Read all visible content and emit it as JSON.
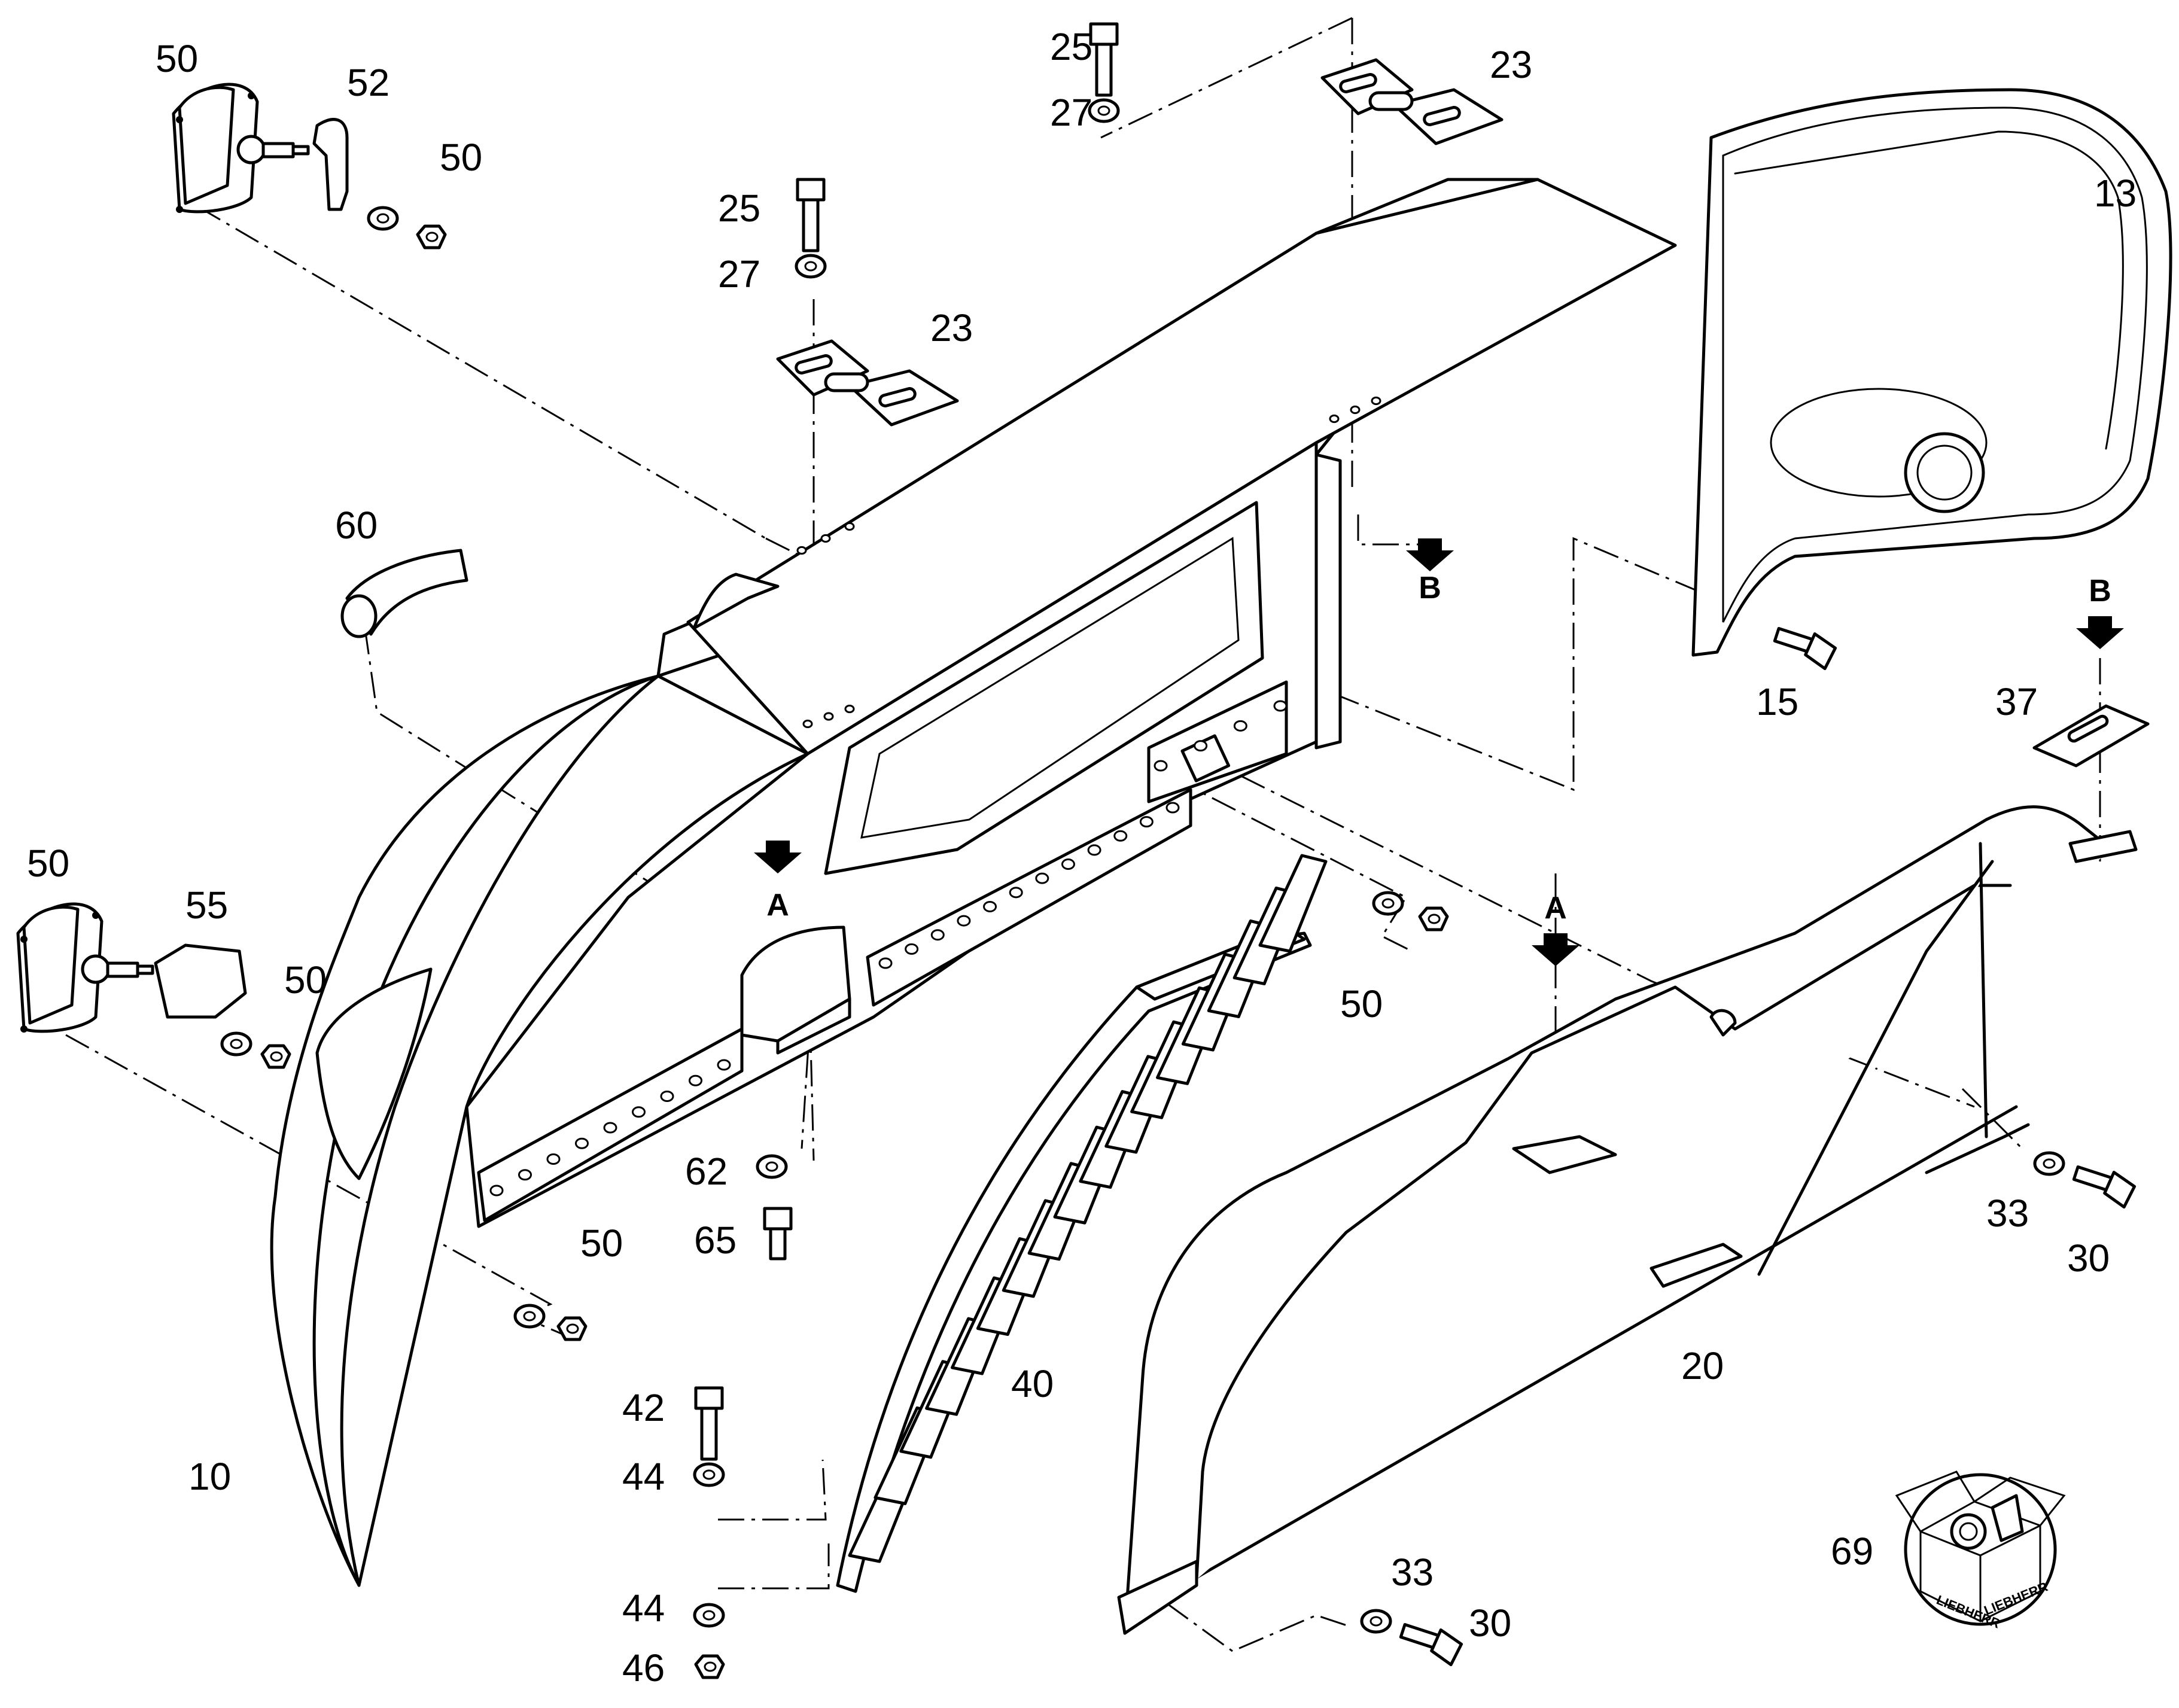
{
  "callouts": {
    "c10": "10",
    "c13": "13",
    "c15": "15",
    "c20": "20",
    "c23a": "23",
    "c23b": "23",
    "c25a": "25",
    "c25b": "25",
    "c27a": "27",
    "c27b": "27",
    "c30a": "30",
    "c30b": "30",
    "c33a": "33",
    "c33b": "33",
    "c37": "37",
    "c40": "40",
    "c42": "42",
    "c44a": "44",
    "c44b": "44",
    "c46": "46",
    "c50a": "50",
    "c50b": "50",
    "c50c": "50",
    "c50d": "50",
    "c50e": "50",
    "c50f": "50",
    "c52": "52",
    "c55": "55",
    "c60": "60",
    "c62": "62",
    "c65": "65",
    "c69": "69"
  },
  "view_markers": {
    "a_left": "A",
    "a_right": "A",
    "b_upper": "B",
    "b_right": "B"
  },
  "kit_box": {
    "brand": "LIEBHERR",
    "icon": "spare-parts-box-icon"
  },
  "colors": {
    "line": "#000000",
    "background": "#ffffff"
  }
}
